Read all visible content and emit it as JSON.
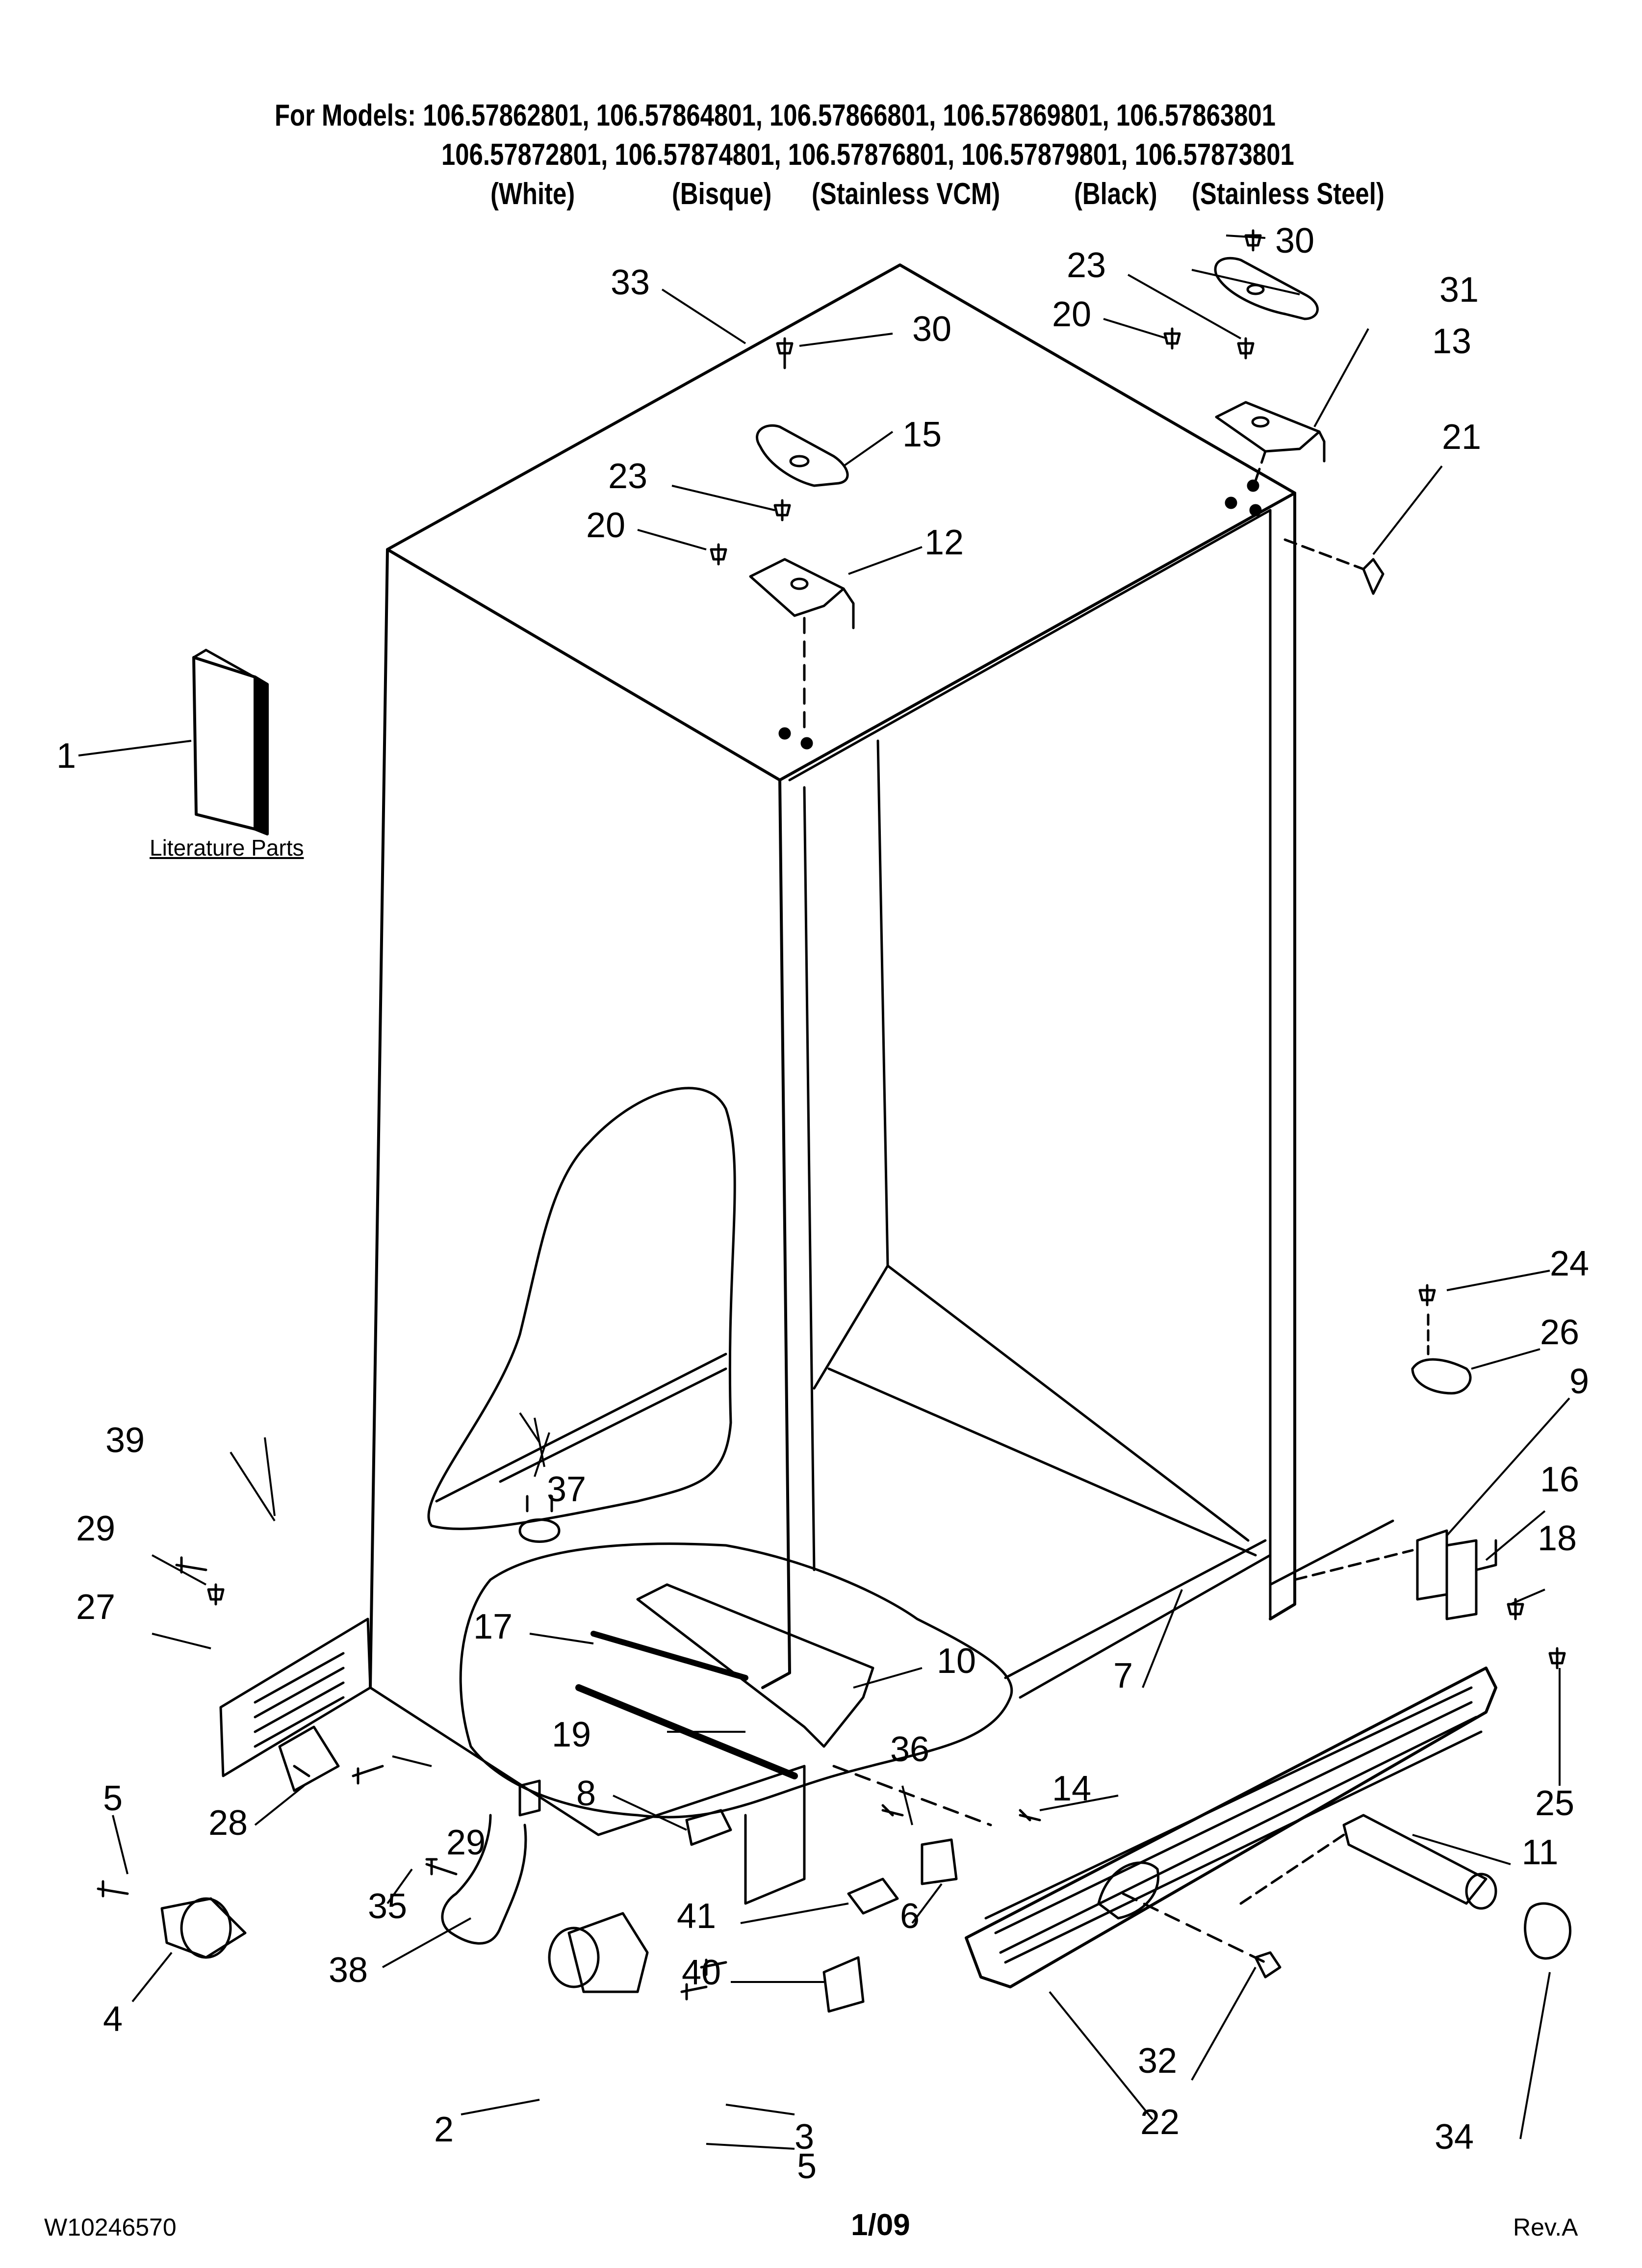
{
  "header": {
    "models_label": "For Models:",
    "line1": "106.57862801, 106.57864801, 106.57866801, 106.57869801, 106.57863801",
    "line2": "106.57872801, 106.57874801, 106.57876801, 106.57879801, 106.57873801",
    "finishes": [
      "(White)",
      "(Bisque)",
      "(Stainless VCM)",
      "(Black)",
      "(Stainless Steel)"
    ]
  },
  "literature_label": "Literature Parts",
  "callouts": [
    "1",
    "2",
    "3",
    "4",
    "5",
    "5",
    "6",
    "7",
    "8",
    "9",
    "10",
    "11",
    "12",
    "13",
    "14",
    "15",
    "16",
    "17",
    "18",
    "19",
    "20",
    "20",
    "21",
    "22",
    "23",
    "23",
    "24",
    "25",
    "26",
    "27",
    "28",
    "29",
    "29",
    "30",
    "30",
    "31",
    "32",
    "33",
    "34",
    "35",
    "36",
    "37",
    "38",
    "39",
    "40",
    "41"
  ],
  "footer": {
    "doc_number": "W10246570",
    "date": "1/09",
    "revision": "Rev.A"
  }
}
